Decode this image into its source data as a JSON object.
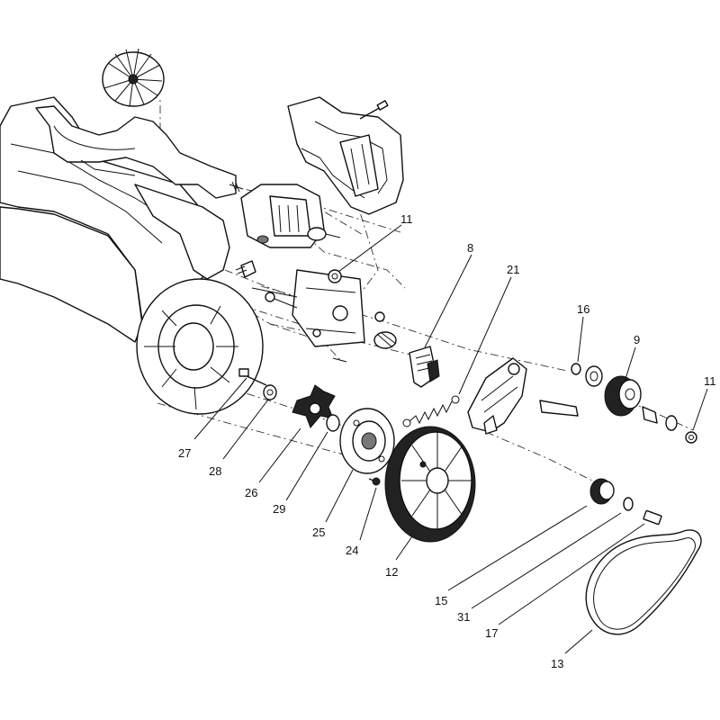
{
  "callouts": [
    {
      "id": "11a",
      "label": "11"
    },
    {
      "id": "8",
      "label": "8"
    },
    {
      "id": "21",
      "label": "21"
    },
    {
      "id": "16",
      "label": "16"
    },
    {
      "id": "9",
      "label": "9"
    },
    {
      "id": "11b",
      "label": "11"
    },
    {
      "id": "27",
      "label": "27"
    },
    {
      "id": "28",
      "label": "28"
    },
    {
      "id": "26",
      "label": "26"
    },
    {
      "id": "29",
      "label": "29"
    },
    {
      "id": "25",
      "label": "25"
    },
    {
      "id": "24",
      "label": "24"
    },
    {
      "id": "12",
      "label": "12"
    },
    {
      "id": "15",
      "label": "15"
    },
    {
      "id": "31",
      "label": "31"
    },
    {
      "id": "17",
      "label": "17"
    },
    {
      "id": "13",
      "label": "13"
    }
  ]
}
